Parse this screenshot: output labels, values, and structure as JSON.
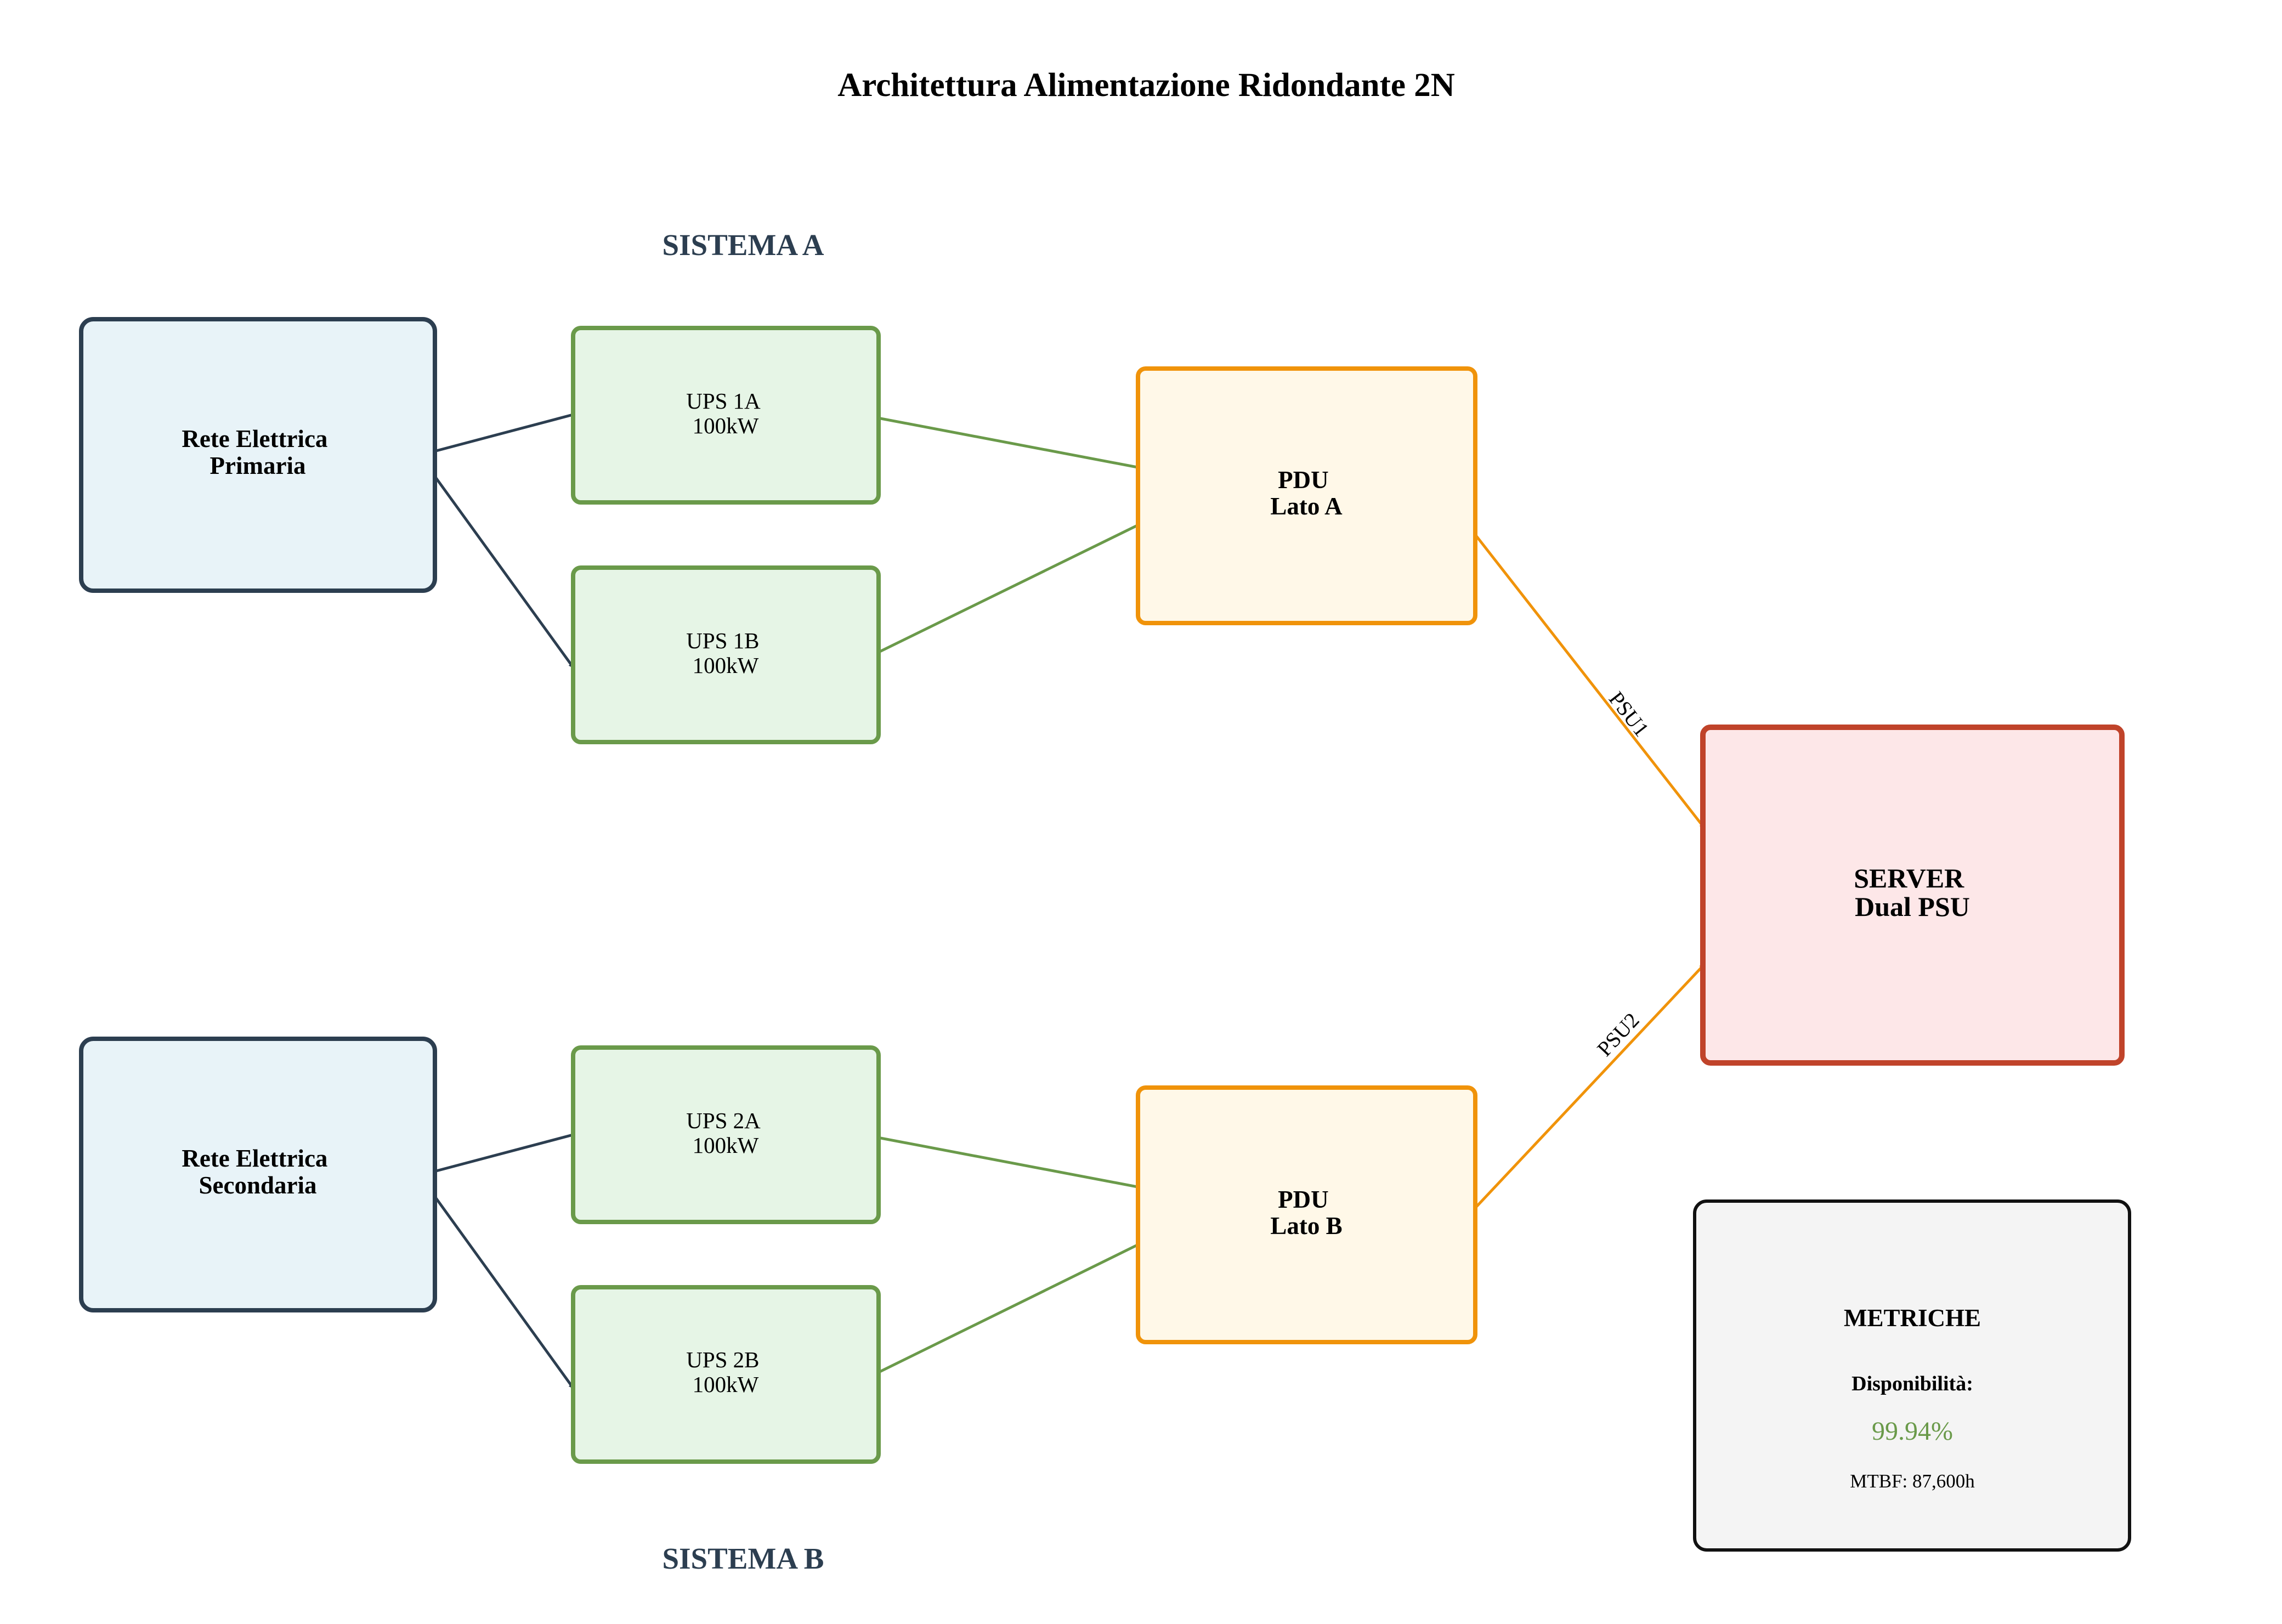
{
  "title": "Architettura Alimentazione Ridondante 2N",
  "sections": {
    "a": "SISTEMA A",
    "b": "SISTEMA B"
  },
  "grids": {
    "primary": [
      "Rete Elettrica",
      "Primaria"
    ],
    "secondary": [
      "Rete Elettrica",
      "Secondaria"
    ]
  },
  "ups": {
    "u1a": [
      "UPS 1A",
      "100kW"
    ],
    "u1b": [
      "UPS 1B",
      "100kW"
    ],
    "u2a": [
      "UPS 2A",
      "100kW"
    ],
    "u2b": [
      "UPS 2B",
      "100kW"
    ]
  },
  "pdu": {
    "a": [
      "PDU",
      "Lato A"
    ],
    "b": [
      "PDU",
      "Lato B"
    ]
  },
  "server": [
    "SERVER",
    "Dual PSU"
  ],
  "edges": {
    "psu1": "PSU1",
    "psu2": "PSU2"
  },
  "metrics": {
    "title": "METRICHE",
    "availability_label": "Disponibilità:",
    "availability_value": "99.94%",
    "mtbf": "MTBF: 87,600h"
  },
  "colors": {
    "grid_fill": "#e8f3f8",
    "grid_stroke": "#2c3e50",
    "ups_fill": "#e6f5e6",
    "ups_stroke": "#6a9a4a",
    "pdu_fill": "#fff8e8",
    "pdu_stroke": "#f0930a",
    "server_fill": "#fde7e8",
    "server_stroke": "#c0432a",
    "metrics_fill": "#f4f4f4",
    "metrics_stroke": "#111111",
    "availability": "#6a9a4a"
  }
}
